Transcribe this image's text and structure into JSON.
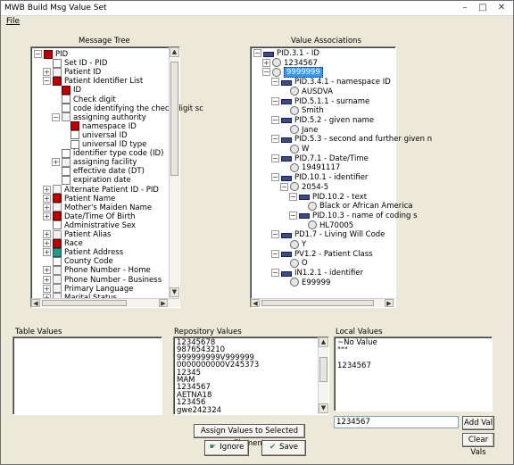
{
  "window": {
    "title": "MWB Build Msg Value Set",
    "controls": {
      "minimize": "–",
      "maximize": "□",
      "close": "✕"
    }
  },
  "menu": {
    "file": "File"
  },
  "message_tree": {
    "label": "Message Tree",
    "rows": [
      {
        "text": "PID",
        "exp": "−",
        "icon": "red",
        "level": 0
      },
      {
        "text": "Set ID - PID",
        "exp": "",
        "icon": "doc",
        "level": 1
      },
      {
        "text": "Patient ID",
        "exp": "+",
        "icon": "folder",
        "level": 1
      },
      {
        "text": "Patient Identifier List",
        "exp": "−",
        "icon": "red",
        "level": 1
      },
      {
        "text": "ID",
        "exp": "",
        "icon": "red",
        "level": 2
      },
      {
        "text": "Check digit",
        "exp": "",
        "icon": "doc",
        "level": 2
      },
      {
        "text": "code identifying the check digit sc",
        "exp": "",
        "icon": "doc",
        "level": 2
      },
      {
        "text": "assigning authority",
        "exp": "−",
        "icon": "folder",
        "level": 2
      },
      {
        "text": "namespace ID",
        "exp": "",
        "icon": "red",
        "level": 3
      },
      {
        "text": "universal ID",
        "exp": "",
        "icon": "doc",
        "level": 3
      },
      {
        "text": "universal ID type",
        "exp": "",
        "icon": "doc",
        "level": 3
      },
      {
        "text": "identifier type code (ID)",
        "exp": "",
        "icon": "doc",
        "level": 2
      },
      {
        "text": "assigning facility",
        "exp": "+",
        "icon": "folder",
        "level": 2
      },
      {
        "text": "effective date (DT)",
        "exp": "",
        "icon": "doc",
        "level": 2
      },
      {
        "text": "expiration date",
        "exp": "",
        "icon": "doc",
        "level": 2
      },
      {
        "text": "Alternate Patient ID - PID",
        "exp": "+",
        "icon": "folder",
        "level": 1
      },
      {
        "text": "Patient Name",
        "exp": "+",
        "icon": "red",
        "level": 1
      },
      {
        "text": "Mother's Maiden Name",
        "exp": "+",
        "icon": "folder",
        "level": 1
      },
      {
        "text": "Date/Time Of Birth",
        "exp": "+",
        "icon": "red",
        "level": 1
      },
      {
        "text": "Administrative Sex",
        "exp": "",
        "icon": "doc",
        "level": 1
      },
      {
        "text": "Patient Alias",
        "exp": "+",
        "icon": "folder",
        "level": 1
      },
      {
        "text": "Race",
        "exp": "+",
        "icon": "red",
        "level": 1
      },
      {
        "text": "Patient Address",
        "exp": "+",
        "icon": "teal",
        "level": 1
      },
      {
        "text": "County Code",
        "exp": "",
        "icon": "doc",
        "level": 1
      },
      {
        "text": "Phone Number - Home",
        "exp": "+",
        "icon": "folder",
        "level": 1
      },
      {
        "text": "Phone Number - Business",
        "exp": "+",
        "icon": "folder",
        "level": 1
      },
      {
        "text": "Primary Language",
        "exp": "+",
        "icon": "folder",
        "level": 1
      },
      {
        "text": "Marital Status",
        "exp": "+",
        "icon": "folder",
        "level": 1
      }
    ]
  },
  "value_associations": {
    "label": "Value Associations",
    "rows": [
      {
        "text": "PID.3.1 - ID",
        "exp": "−",
        "icon": "blue",
        "level": 0
      },
      {
        "text": "1234567",
        "exp": "+",
        "icon": "ring",
        "level": 1
      },
      {
        "text": "9999999",
        "exp": "−",
        "icon": "ring",
        "level": 1,
        "selected": true
      },
      {
        "text": "PID.3.4.1 - namespace ID",
        "exp": "−",
        "icon": "blue",
        "level": 2
      },
      {
        "text": "AUSDVA",
        "exp": "",
        "icon": "ring",
        "level": 3
      },
      {
        "text": "PID.5.1.1 - surname",
        "exp": "−",
        "icon": "blue",
        "level": 2
      },
      {
        "text": "Smith",
        "exp": "",
        "icon": "ring",
        "level": 3
      },
      {
        "text": "PID.5.2 - given name",
        "exp": "−",
        "icon": "blue",
        "level": 2
      },
      {
        "text": "Jane",
        "exp": "",
        "icon": "ring",
        "level": 3
      },
      {
        "text": "PID.5.3 - second and further given n",
        "exp": "−",
        "icon": "blue",
        "level": 2
      },
      {
        "text": "W",
        "exp": "",
        "icon": "ring",
        "level": 3
      },
      {
        "text": "PID.7.1 - Date/Time",
        "exp": "−",
        "icon": "blue",
        "level": 2
      },
      {
        "text": "19491117",
        "exp": "",
        "icon": "ring",
        "level": 3
      },
      {
        "text": "PID.10.1 - identifier",
        "exp": "−",
        "icon": "blue",
        "level": 2
      },
      {
        "text": "2054-5",
        "exp": "−",
        "icon": "ring",
        "level": 3
      },
      {
        "text": "PID.10.2 - text",
        "exp": "−",
        "icon": "blue",
        "level": 4
      },
      {
        "text": "Black or African America",
        "exp": "",
        "icon": "ring",
        "level": 5
      },
      {
        "text": "PID.10.3 - name of coding s",
        "exp": "−",
        "icon": "blue",
        "level": 4
      },
      {
        "text": "HL70005",
        "exp": "",
        "icon": "ring",
        "level": 5
      },
      {
        "text": "PD1.7 - Living Will Code",
        "exp": "−",
        "icon": "blue",
        "level": 2
      },
      {
        "text": "Y",
        "exp": "",
        "icon": "ring",
        "level": 3
      },
      {
        "text": "PV1.2 - Patient Class",
        "exp": "−",
        "icon": "blue",
        "level": 2
      },
      {
        "text": "O",
        "exp": "",
        "icon": "ring",
        "level": 3
      },
      {
        "text": "IN1.2.1 - identifier",
        "exp": "−",
        "icon": "blue",
        "level": 2
      },
      {
        "text": "E99999",
        "exp": "",
        "icon": "ring",
        "level": 3
      }
    ]
  },
  "table_values": {
    "label": "Table Values",
    "items": []
  },
  "repository_values": {
    "label": "Repository Values",
    "items": [
      "12345678",
      "9876543210",
      "999999999V999999",
      "0000000000V245373",
      "12345",
      "MAM",
      "1234567",
      "AETNA18",
      "123456",
      "gwe242324"
    ]
  },
  "local_values": {
    "label": "Local Values",
    "items": [
      "~No Value",
      "\"\"\"",
      "",
      "1234567"
    ]
  },
  "local_input": {
    "value": "1234567"
  },
  "buttons": {
    "add_val": "Add Val",
    "clear_vals": "Clear Vals",
    "assign": "Assign Values to Selected Element",
    "ignore": "Ignore",
    "save": "Save"
  },
  "colors": {
    "selection": "#3399ff",
    "ignore_icon": "#2e8b57",
    "save_icon": "#2e8b57"
  }
}
